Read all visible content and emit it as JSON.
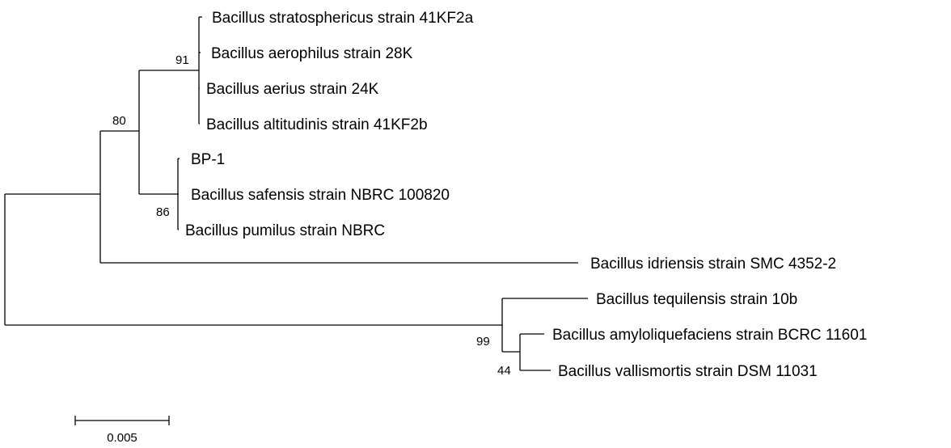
{
  "taxa": {
    "t1": "Bacillus stratosphericus strain 41KF2a",
    "t2": "Bacillus aerophilus strain 28K",
    "t3": "Bacillus aerius strain 24K",
    "t4": "Bacillus altitudinis strain 41KF2b",
    "t5": "BP-1",
    "t6": "Bacillus safensis strain NBRC 100820",
    "t7": "Bacillus pumilus strain NBRC",
    "t8": "Bacillus idriensis strain SMC 4352-2",
    "t9": "Bacillus tequilensis strain 10b",
    "t10": "Bacillus amyloliquefaciens strain BCRC 11601",
    "t11": "Bacillus vallismortis strain DSM 11031"
  },
  "bootstrap": {
    "n91": "91",
    "n80": "80",
    "n86": "86",
    "n99": "99",
    "n44": "44"
  },
  "scale_bar": {
    "label": "0.005"
  }
}
